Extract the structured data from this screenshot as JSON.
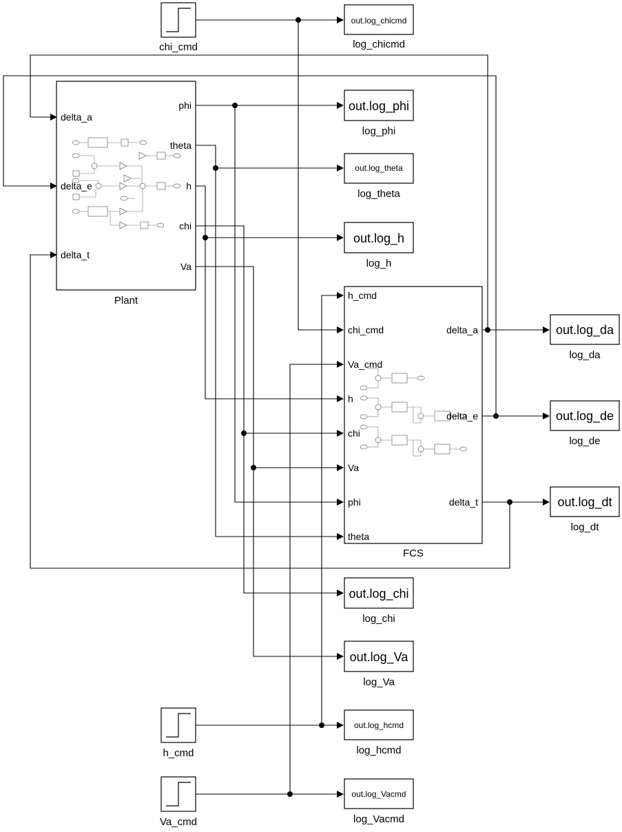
{
  "sources": {
    "chi_cmd": "chi_cmd",
    "h_cmd": "h_cmd",
    "Va_cmd": "Va_cmd"
  },
  "plant": {
    "name": "Plant",
    "inputs": [
      "delta_a",
      "delta_e",
      "delta_t"
    ],
    "outputs": [
      "phi",
      "theta",
      "h",
      "chi",
      "Va"
    ]
  },
  "fcs": {
    "name": "FCS",
    "inputs": [
      "h_cmd",
      "chi_cmd",
      "Va_cmd",
      "h",
      "chi",
      "Va",
      "phi",
      "theta"
    ],
    "outputs": [
      "delta_a",
      "delta_e",
      "delta_t"
    ]
  },
  "loggers": {
    "log_chicmd": {
      "expr": "out.log_chicmd",
      "name": "log_chicmd"
    },
    "log_phi": {
      "expr": "out.log_phi",
      "name": "log_phi"
    },
    "log_theta": {
      "expr": "out.log_theta",
      "name": "log_theta"
    },
    "log_h": {
      "expr": "out.log_h",
      "name": "log_h"
    },
    "log_da": {
      "expr": "out.log_da",
      "name": "log_da"
    },
    "log_de": {
      "expr": "out.log_de",
      "name": "log_de"
    },
    "log_dt": {
      "expr": "out.log_dt",
      "name": "log_dt"
    },
    "log_chi": {
      "expr": "out.log_chi",
      "name": "log_chi"
    },
    "log_Va": {
      "expr": "out.log_Va",
      "name": "log_Va"
    },
    "log_hcmd": {
      "expr": "out.log_hcmd",
      "name": "log_hcmd"
    },
    "log_Vacmd": {
      "expr": "out.log_Vacmd",
      "name": "log_Vacmd"
    }
  }
}
